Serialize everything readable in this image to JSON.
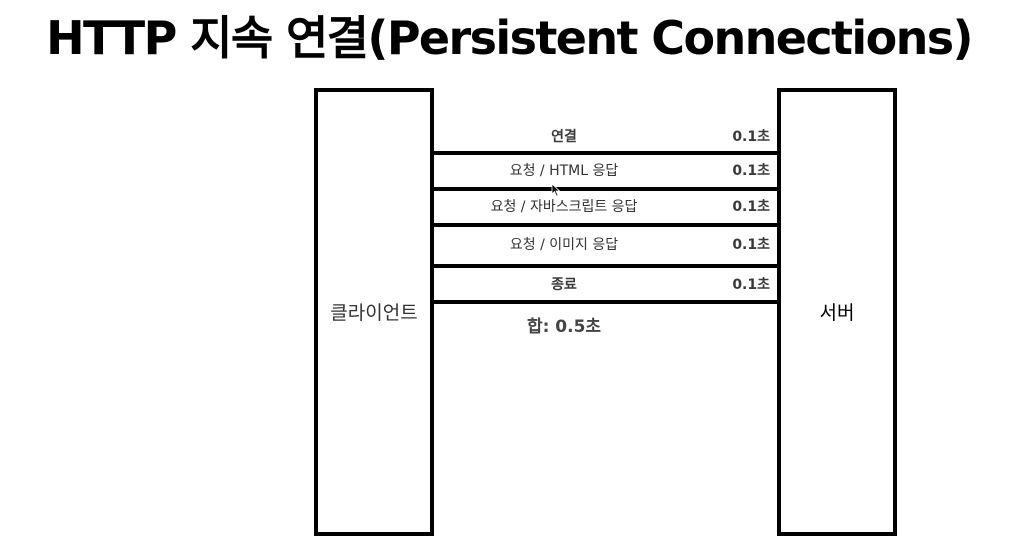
{
  "title": "HTTP 지속 연결(Persistent Connections)",
  "client_label": "클라이언트",
  "server_label": "서버",
  "steps": [
    {
      "label": "연결",
      "time": "0.1초"
    },
    {
      "label": "요청 / HTML 응답",
      "time": "0.1초"
    },
    {
      "label": "요청 / 자바스크립트 응답",
      "time": "0.1초"
    },
    {
      "label": "요청 / 이미지 응답",
      "time": "0.1초"
    },
    {
      "label": "종료",
      "time": "0.1초"
    }
  ],
  "total": "합: 0.5초"
}
